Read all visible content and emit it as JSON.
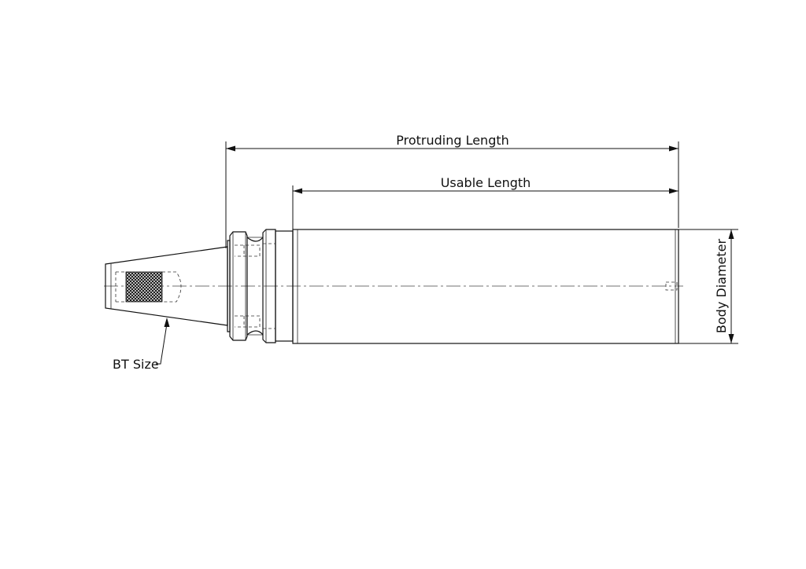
{
  "labels": {
    "protruding_length": "Protruding Length",
    "usable_length": "Usable Length",
    "body_diameter": "Body Diameter",
    "bt_size": "BT Size"
  }
}
